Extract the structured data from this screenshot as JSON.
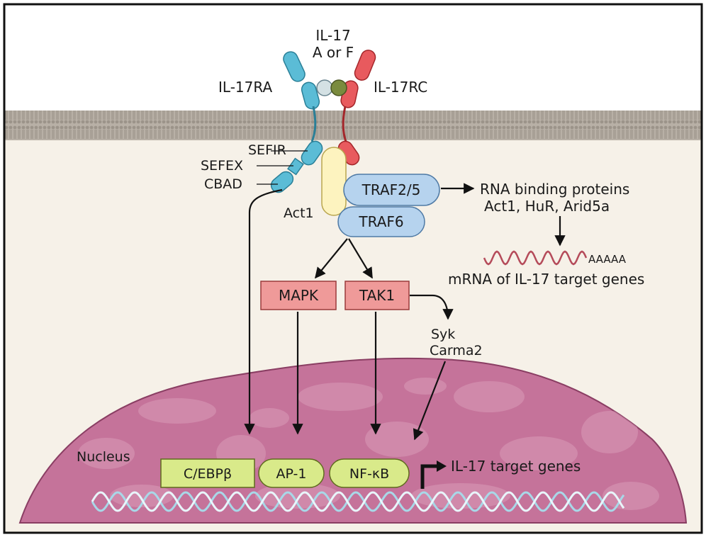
{
  "ligand": {
    "line1": "IL-17",
    "line2": "A or F"
  },
  "receptors": {
    "left": "IL-17RA",
    "right": "IL-17RC"
  },
  "domains": {
    "sefir": "SEFIR",
    "sefex": "SEFEX",
    "cbad": "CBAD"
  },
  "adaptor": {
    "act1": "Act1"
  },
  "traf": {
    "traf25": "TRAF2/5",
    "traf6": "TRAF6"
  },
  "kinases": {
    "mapk": "MAPK",
    "tak1": "TAK1"
  },
  "syk": {
    "line1": "Syk",
    "line2": "Carma2"
  },
  "rna_branch": {
    "line1": "RNA binding proteins",
    "line2": "Act1, HuR, Arid5a",
    "polya": "AAAAA",
    "mrna_label": "mRNA of IL-17 target genes"
  },
  "nucleus": {
    "label": "Nucleus",
    "tf1": "C/EBPβ",
    "tf2": "AP-1",
    "tf3": "NF-κB",
    "target": "IL-17 target genes"
  },
  "colors": {
    "il17ra": "#5bbcd6",
    "il17rc": "#e85a5e",
    "act1_fill": "#fdf3bf",
    "traf_fill": "#b6d3ee",
    "kinase_fill": "#ef9a99",
    "tf_fill": "#d9ea8a",
    "nucleus_fill": "#c5739a",
    "cytoplasm": "#f6f1e8",
    "membrane": "#b2aa9f"
  }
}
